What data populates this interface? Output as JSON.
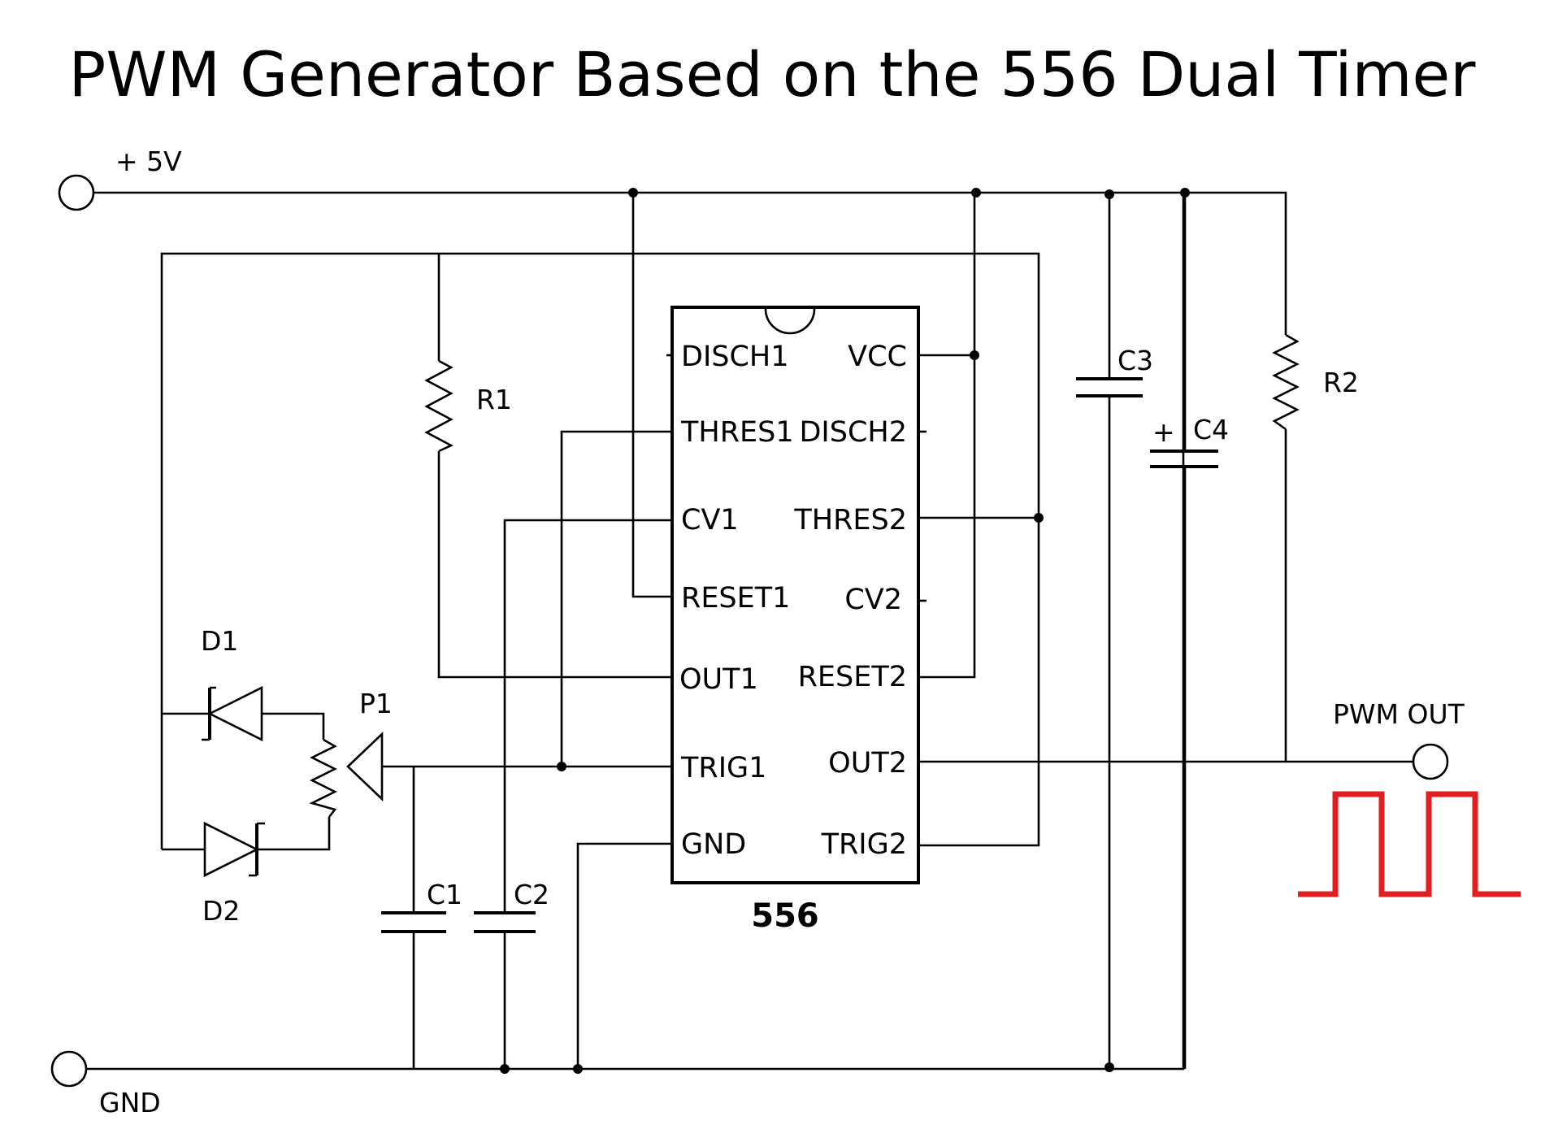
{
  "title": "PWM Generator Based on the 556 Dual Timer",
  "terminals": {
    "vplus": "+ 5V",
    "gnd": "GND",
    "out": "PWM OUT"
  },
  "ic": {
    "name": "556",
    "pins_left": [
      "DISCH1",
      "THRES1",
      "CV1",
      "RESET1",
      "OUT1",
      "TRIG1",
      "GND"
    ],
    "pins_right": [
      "VCC",
      "DISCH2",
      "THRES2",
      "CV2",
      "RESET2",
      "OUT2",
      "TRIG2"
    ]
  },
  "components": {
    "r1": "R1",
    "r2": "R2",
    "c1": "C1",
    "c2": "C2",
    "c3": "C3",
    "c4": "C4",
    "c4_polarity": "+",
    "d1": "D1",
    "d2": "D2",
    "p1": "P1"
  },
  "colors": {
    "wire": "#000000",
    "pwm_waveform": "#e02020"
  }
}
